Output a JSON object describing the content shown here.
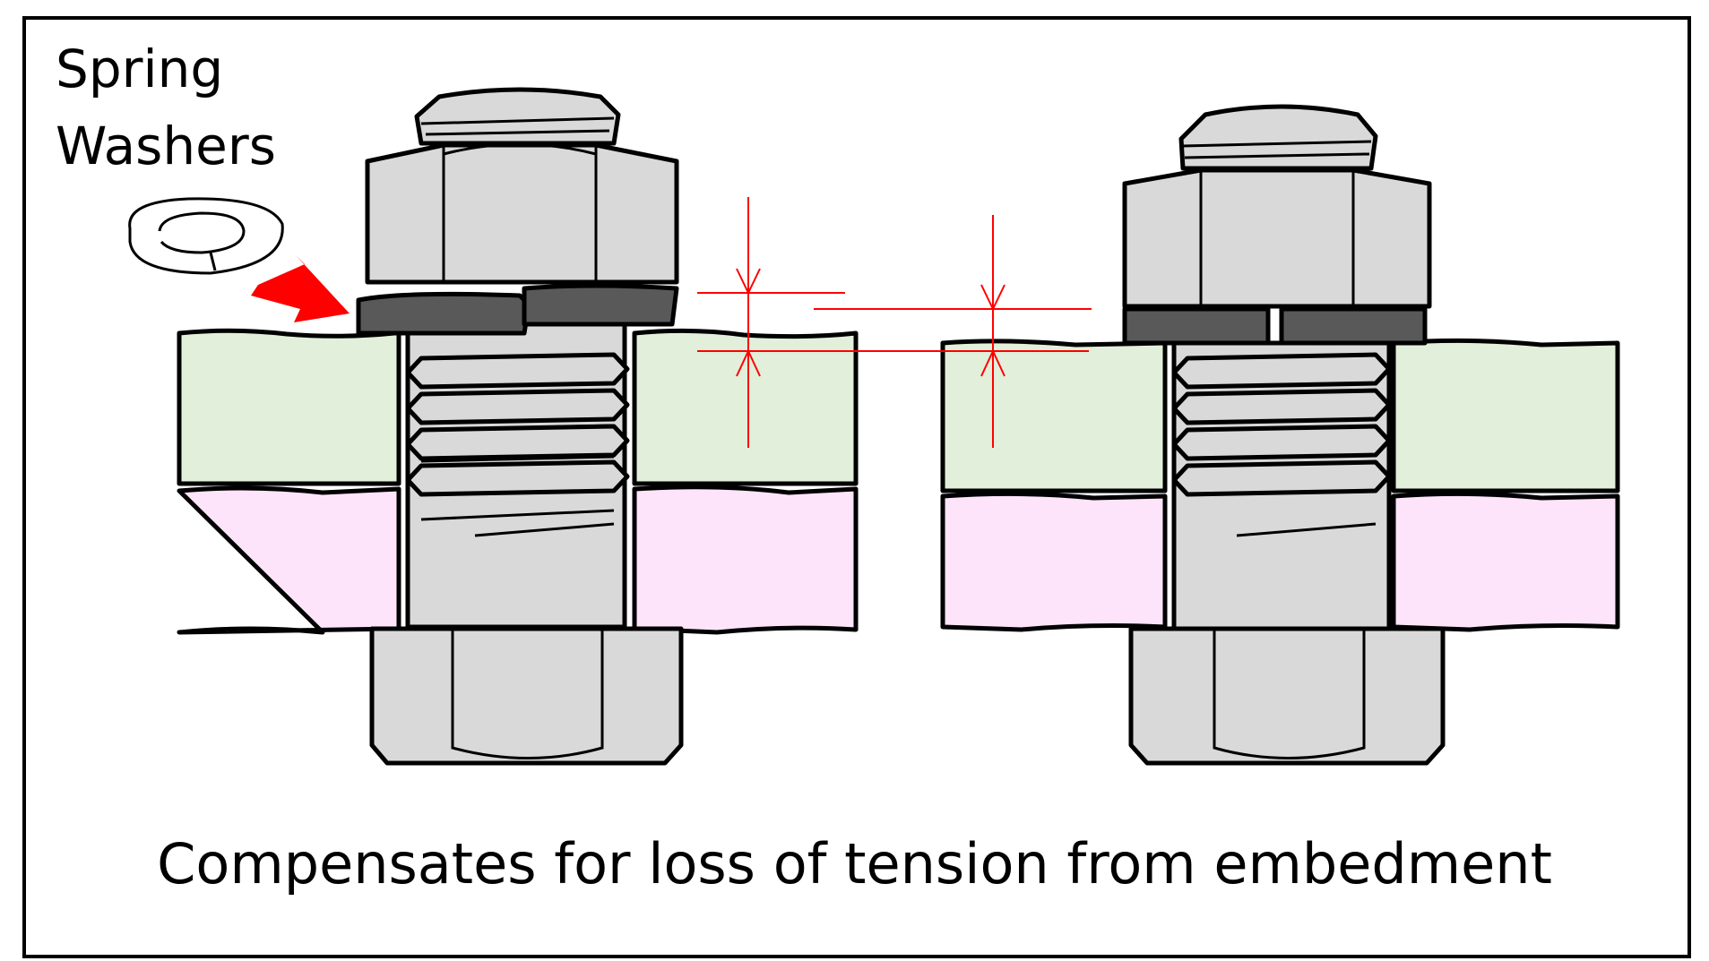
{
  "labels": {
    "spring_line1": "Spring",
    "spring_line2": "Washers",
    "caption": "Compensates for loss of tension from embedment"
  },
  "colors": {
    "plate_top": "#e2efda",
    "plate_bottom": "#fde4fb",
    "bolt": "#d9d9d9",
    "washer": "#595959",
    "arrow": "#ff0000",
    "dimension_lines": "#ff0000",
    "outline": "#000000"
  },
  "icons": {
    "pointer": "red-arrow-icon",
    "washer_sketch": "spring-washer-icon"
  }
}
